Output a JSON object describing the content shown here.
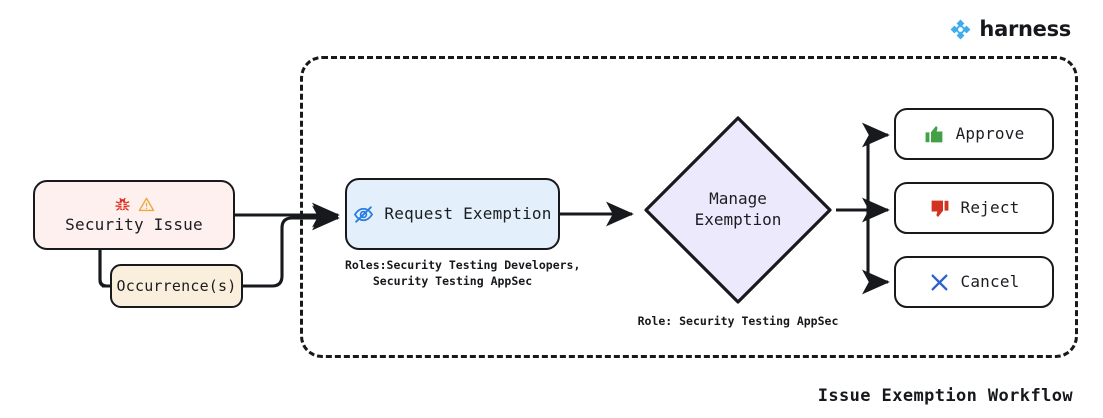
{
  "brand": {
    "name": "harness",
    "logo_icon": "harness-logo-icon",
    "color": "#3dadee"
  },
  "diagram": {
    "title": "Issue Exemption Workflow",
    "group_label": "",
    "nodes": {
      "security_issue": {
        "label": "Security Issue",
        "icons": [
          "bug-icon",
          "warning-triangle-icon"
        ],
        "fill": "#fdf0ef",
        "stroke": "#17191c"
      },
      "occurrences": {
        "label": "Occurrence(s)",
        "fill": "#faefdd",
        "stroke": "#17191c"
      },
      "request_exemption": {
        "label": "Request Exemption",
        "icon": "eye-slash-icon",
        "icon_color": "#2b7de0",
        "fill": "#e3f0fb",
        "stroke": "#17191c",
        "caption": "Roles:Security Testing Developers,\nSecurity Testing AppSec"
      },
      "manage_exemption": {
        "label": "Manage\nExemption",
        "fill": "#ece9fc",
        "stroke": "#17191c",
        "caption": "Role: Security Testing AppSec"
      },
      "approve": {
        "label": "Approve",
        "icon": "thumbs-up-icon",
        "icon_color": "#43a047",
        "fill": "#ffffff",
        "stroke": "#17191c"
      },
      "reject": {
        "label": "Reject",
        "icon": "thumbs-down-icon",
        "icon_color": "#d3341f",
        "fill": "#ffffff",
        "stroke": "#17191c"
      },
      "cancel": {
        "label": "Cancel",
        "icon": "cross-x-icon",
        "icon_color": "#2b62d0",
        "fill": "#ffffff",
        "stroke": "#17191c"
      }
    },
    "edges": [
      {
        "from": "security_issue",
        "to": "request_exemption",
        "arrow": true
      },
      {
        "from": "security_issue",
        "to": "occurrences",
        "arrow": true
      },
      {
        "from": "occurrences",
        "to": "request_exemption",
        "arrow": true
      },
      {
        "from": "request_exemption",
        "to": "manage_exemption",
        "arrow": true
      },
      {
        "from": "manage_exemption",
        "to": "approve",
        "arrow": true
      },
      {
        "from": "manage_exemption",
        "to": "reject",
        "arrow": true
      },
      {
        "from": "manage_exemption",
        "to": "cancel",
        "arrow": true
      }
    ]
  }
}
